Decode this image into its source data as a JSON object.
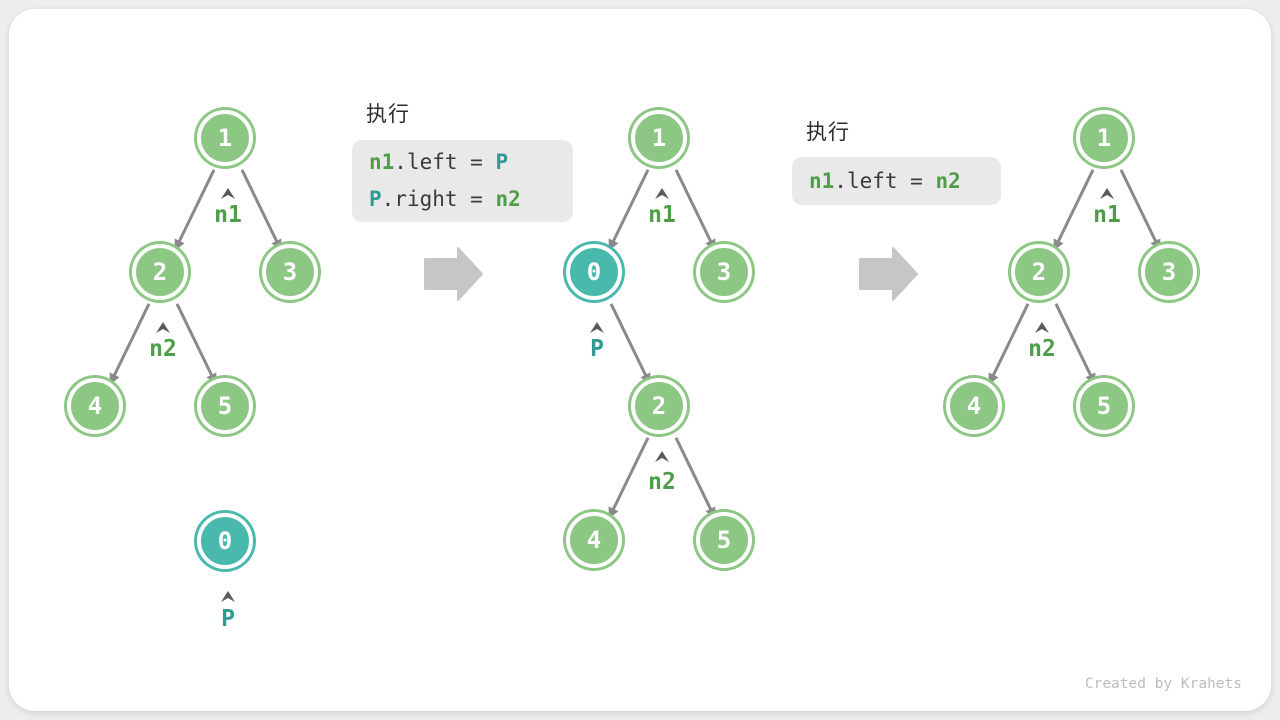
{
  "watermark": "Created by Krahets",
  "colors": {
    "node_green": "#8cc783",
    "node_teal": "#4ab9ad",
    "label_green": "#4e9d49",
    "label_teal": "#2e9c92",
    "code_background": "#e9e9e9",
    "code_text": "#3b3b3b",
    "edge_gray": "#8a8a8a",
    "flow_arrow_gray": "#c6c6c6",
    "card_background": "#ffffff",
    "page_background": "#ededed"
  },
  "code_blocks": [
    {
      "heading": "执行",
      "lines": [
        {
          "tokens": [
            {
              "text": "n1",
              "color": "green"
            },
            {
              "text": ".left",
              "color": "default"
            },
            {
              "text": " = ",
              "color": "default"
            },
            {
              "text": "P",
              "color": "teal"
            }
          ]
        },
        {
          "tokens": [
            {
              "text": "P",
              "color": "teal"
            },
            {
              "text": ".right",
              "color": "default"
            },
            {
              "text": " = ",
              "color": "default"
            },
            {
              "text": "n2",
              "color": "green"
            }
          ]
        }
      ]
    },
    {
      "heading": "执行",
      "lines": [
        {
          "tokens": [
            {
              "text": "n1",
              "color": "green"
            },
            {
              "text": ".left",
              "color": "default"
            },
            {
              "text": " = ",
              "color": "default"
            },
            {
              "text": "n2",
              "color": "green"
            }
          ]
        }
      ]
    }
  ],
  "trees": [
    {
      "name": "initial-tree-with-detached-node-P",
      "nodes": [
        {
          "value": "1",
          "color": "green"
        },
        {
          "value": "2",
          "color": "green"
        },
        {
          "value": "3",
          "color": "green"
        },
        {
          "value": "4",
          "color": "green"
        },
        {
          "value": "5",
          "color": "green"
        },
        {
          "value": "0",
          "color": "teal"
        }
      ],
      "labels": [
        {
          "text": "n1",
          "points_to": "1"
        },
        {
          "text": "n2",
          "points_to": "2"
        },
        {
          "text": "P",
          "points_to": "0"
        }
      ],
      "edges": [
        "1->2",
        "1->3",
        "2->4",
        "2->5"
      ]
    },
    {
      "name": "tree-after-inserting-P",
      "nodes": [
        {
          "value": "1",
          "color": "green"
        },
        {
          "value": "0",
          "color": "teal"
        },
        {
          "value": "3",
          "color": "green"
        },
        {
          "value": "2",
          "color": "green"
        },
        {
          "value": "4",
          "color": "green"
        },
        {
          "value": "5",
          "color": "green"
        }
      ],
      "labels": [
        {
          "text": "n1",
          "points_to": "1"
        },
        {
          "text": "P",
          "points_to": "0"
        },
        {
          "text": "n2",
          "points_to": "2"
        }
      ],
      "edges": [
        "1->0",
        "1->3",
        "0->2",
        "2->4",
        "2->5"
      ]
    },
    {
      "name": "tree-after-removing-P",
      "nodes": [
        {
          "value": "1",
          "color": "green"
        },
        {
          "value": "2",
          "color": "green"
        },
        {
          "value": "3",
          "color": "green"
        },
        {
          "value": "4",
          "color": "green"
        },
        {
          "value": "5",
          "color": "green"
        }
      ],
      "labels": [
        {
          "text": "n1",
          "points_to": "1"
        },
        {
          "text": "n2",
          "points_to": "2"
        }
      ],
      "edges": [
        "1->2",
        "1->3",
        "2->4",
        "2->5"
      ]
    }
  ]
}
